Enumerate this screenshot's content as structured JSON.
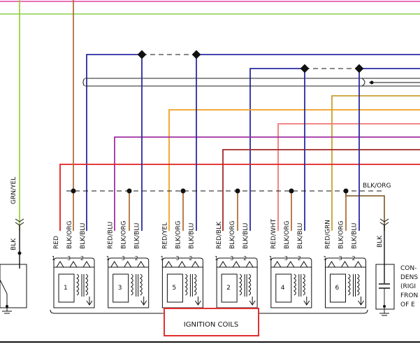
{
  "left": {
    "top_wire": "GRN/YEL",
    "bottom_wire": "BLK"
  },
  "coils": [
    {
      "number": "1",
      "pins": [
        "1",
        "3",
        "2"
      ],
      "wires": [
        "RED",
        "BLK/ORG",
        "BLK/BLU"
      ]
    },
    {
      "number": "3",
      "pins": [
        "1",
        "3",
        "2"
      ],
      "wires": [
        "RED/BLU",
        "BLK/ORG",
        "BLK/BLU"
      ]
    },
    {
      "number": "5",
      "pins": [
        "1",
        "3",
        "2"
      ],
      "wires": [
        "RED/YEL",
        "BLK/ORG",
        "BLK/BLU"
      ]
    },
    {
      "number": "2",
      "pins": [
        "1",
        "3",
        "2"
      ],
      "wires": [
        "RED/BLK",
        "BLK/ORG",
        "BLK/BLU"
      ]
    },
    {
      "number": "4",
      "pins": [
        "1",
        "3",
        "2"
      ],
      "wires": [
        "RED/WHT",
        "BLK/ORG",
        "BLK/BLU"
      ]
    },
    {
      "number": "6",
      "pins": [
        "1",
        "3",
        "2"
      ],
      "wires": [
        "RED/GRN",
        "BLK/ORG",
        "BLK/BLU"
      ]
    }
  ],
  "bus_label": "BLK/ORG",
  "condenser": {
    "wire": "BLK",
    "lines": [
      "CON-",
      "DENS",
      "(RIGI",
      "FRON",
      "OF E"
    ]
  },
  "group_label": "IGNITION COILS"
}
